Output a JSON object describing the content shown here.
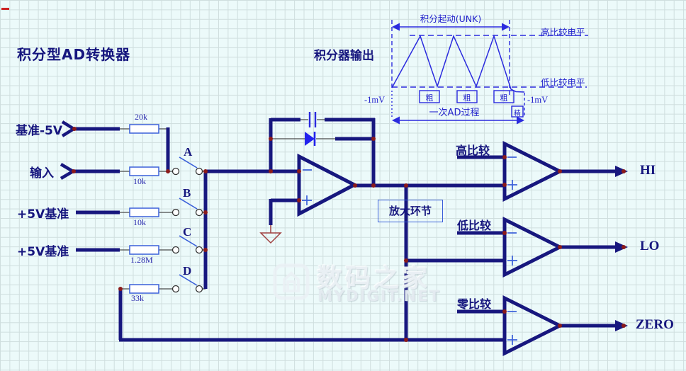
{
  "title": "积分型AD转换器",
  "colors": {
    "wire": "#17177e",
    "annotation_blue": "#2b2bde",
    "junction_red": "#8b1a1a",
    "ground_red": "#a04040"
  },
  "inputs": {
    "row1": {
      "label": "基准-5V",
      "resistor": "20k"
    },
    "row2": {
      "label": "输入",
      "resistor": "10k",
      "switch": "A"
    },
    "row3": {
      "label": "+5V基准",
      "resistor": "10k",
      "switch": "B"
    },
    "row4": {
      "label": "+5V基准",
      "resistor": "1.28M",
      "switch": "C"
    },
    "row5": {
      "resistor": "33k",
      "switch": "D"
    }
  },
  "waveform": {
    "label": "积分器输出",
    "start_label": "积分起动(UNK)",
    "high_level_label": "高比较电平",
    "low_level_label": "低比较电平",
    "neg1mv_left": "-1mV",
    "neg1mv_right": "-1mV",
    "coarse_labels": [
      "粗",
      "粗",
      "粗"
    ],
    "fine_label": "精",
    "ad_process_label": "一次AD过程"
  },
  "amplifier": {
    "box_label": "放大环节"
  },
  "comparators": {
    "high": {
      "label": "高比较",
      "output": "HI"
    },
    "low": {
      "label": "低比较",
      "output": "LO"
    },
    "zero": {
      "label": "零比较",
      "output": "ZERO"
    }
  },
  "watermark": {
    "cn": "数码之家",
    "en": "MYDIGIT.NET"
  }
}
